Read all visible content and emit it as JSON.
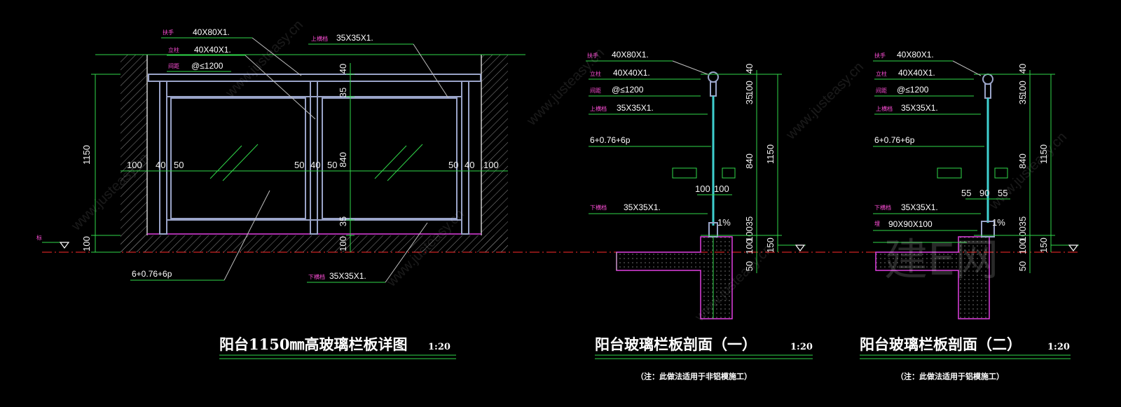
{
  "elevation": {
    "callouts": {
      "top_rail": "40X80X1.",
      "mid_rail": "40X40X1.",
      "post": "@≤1200",
      "upper_rail": "35X35X1.",
      "lower_rail": "35X35X1.",
      "glass": "6+0.76+6p"
    },
    "dims": {
      "total_height": "1150",
      "base": "100",
      "h40": "40",
      "h35a": "35",
      "h840": "840",
      "h35b": "35",
      "h100": "100",
      "left_100": "100",
      "left_40": "40",
      "left_50": "50",
      "mid_50a": "50",
      "mid_40": "40",
      "mid_50b": "50",
      "right_50": "50",
      "right_40": "40",
      "right_100": "100"
    },
    "title": "阳台1150㎜高玻璃栏板详图",
    "scale": "1:20"
  },
  "section1": {
    "callouts": {
      "top_rail": "40X80X1.",
      "mid_rail": "40X40X1.",
      "post": "@≤1200",
      "upper_rail": "35X35X1.",
      "glass": "6+0.76+6p",
      "lower_rail": "35X35X1."
    },
    "dims": {
      "h40": "40",
      "h100": "100",
      "h35a": "35",
      "h840": "840",
      "h35b": "35",
      "h100b": "100",
      "total": "1150",
      "h150": "150",
      "h100c": "100",
      "h50": "50",
      "w100a": "100",
      "w100b": "100",
      "slope": "1%"
    },
    "title": "阳台玻璃栏板剖面（一）",
    "scale": "1:20",
    "note": "（注：此做法适用于非铝模施工）"
  },
  "section2": {
    "callouts": {
      "top_rail": "40X80X1.",
      "mid_rail": "40X40X1.",
      "post": "@≤1200",
      "upper_rail": "35X35X1.",
      "glass": "6+0.76+6p",
      "lower_rail": "35X35X1.",
      "base_bar": "90X90X100"
    },
    "dims": {
      "h40": "40",
      "h100": "100",
      "h35a": "35",
      "h840": "840",
      "h35b": "35",
      "h100b": "100",
      "total": "1150",
      "h150": "150",
      "h100c": "100",
      "h50": "50",
      "w55a": "55",
      "w90": "90",
      "w55b": "55",
      "slope": "1%"
    },
    "title": "阳台玻璃栏板剖面（二）",
    "scale": "1:20",
    "note": "（注：此做法适用于铝模施工）"
  },
  "watermark": {
    "site": "www.justeasy.cn",
    "brand": "建E网"
  },
  "colors": {
    "background": "#000000",
    "lines": "#ffffff",
    "dimension": "#31d84a",
    "frame": "#9aa4c8",
    "slab": "#e040e0",
    "ground": "#ff2a2a"
  }
}
